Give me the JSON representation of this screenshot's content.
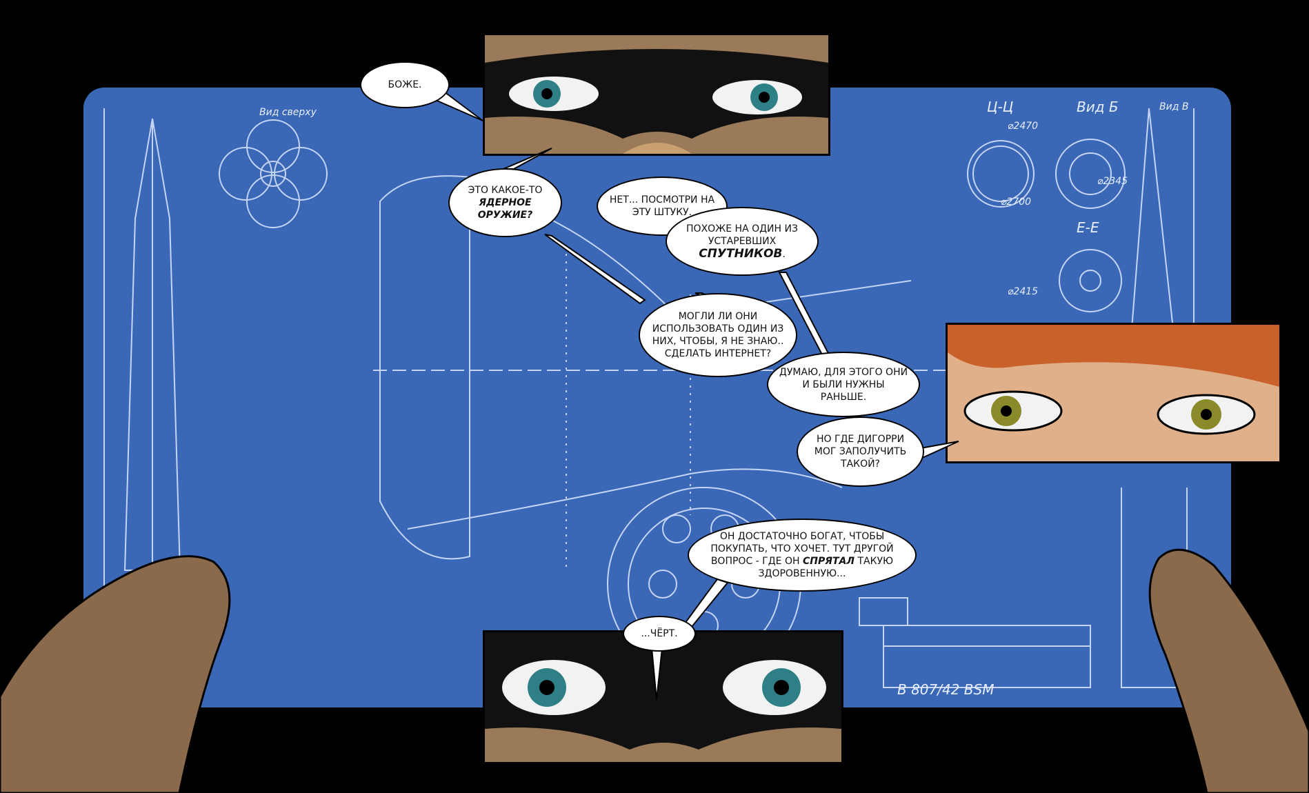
{
  "bubbles": {
    "b1": "Боже.",
    "b2_plain": "Это какое-то",
    "b2_bold": "ядерное оружие?",
    "b3": "Нет... посмотри на эту штуку.",
    "b4_plain": "Похоже на один из устаревших",
    "b4_bold": "спутников",
    "b4_end": ".",
    "b5": "Могли ли они использовать один из них, чтобы, я не знаю.. сделать интернет?",
    "b6": "Думаю, для этого они и были нужны раньше.",
    "b7": "Но где Дигорри мог заполучить такой?",
    "b8_plain": "Он достаточно богат, чтобы покупать, что хочет. Тут другой вопрос - где он",
    "b8_bold": "спрятал",
    "b8_end": "такую здоровенную...",
    "b9": "...Чёрт."
  },
  "blueprint_labels": {
    "view_top": "Вид сверху",
    "section_c": "Ц-Ц",
    "view_b": "Вид Б",
    "view_v": "Вид В",
    "section_e": "Е-Е",
    "drawing_no": "B 807/42 BSM",
    "d1": "⌀2470",
    "d2": "⌀2345",
    "d3": "⌀2700",
    "d4": "⌀2415"
  },
  "colors": {
    "blueprint": "#3a68b6",
    "skin": "#8a6a4a",
    "mask": "#111111",
    "hair": "#c8622a",
    "iris_blue": "#2f7f86",
    "iris_green": "#8a8a2a"
  }
}
